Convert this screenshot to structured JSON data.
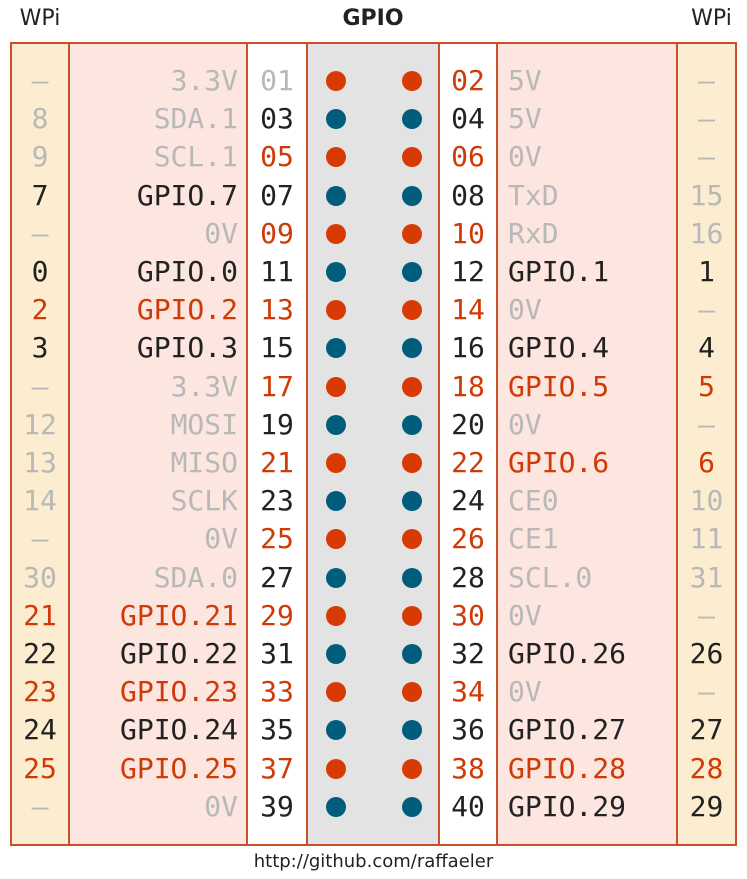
{
  "header": {
    "left": "WPi",
    "center": "GPIO",
    "right": "WPi"
  },
  "footer": "http://github.com/raffaeler",
  "colors": {
    "dark": "#222222",
    "red": "#d03a06",
    "gray": "#b8b8b8",
    "pin_blue": "#005e7c",
    "pin_red": "#d83a04"
  },
  "rows": [
    {
      "wl": "–",
      "wl_c": "gray",
      "nl": "3.3V",
      "nl_c": "gray",
      "pl": "01",
      "pl_c": "gray",
      "dl": "red",
      "dr": "red",
      "pr": "02",
      "pr_c": "red",
      "nr": "5V",
      "nr_c": "gray",
      "wr": "–",
      "wr_c": "gray"
    },
    {
      "wl": "8",
      "wl_c": "gray",
      "nl": "SDA.1",
      "nl_c": "gray",
      "pl": "03",
      "pl_c": "dark",
      "dl": "blue",
      "dr": "blue",
      "pr": "04",
      "pr_c": "dark",
      "nr": "5V",
      "nr_c": "gray",
      "wr": "–",
      "wr_c": "gray"
    },
    {
      "wl": "9",
      "wl_c": "gray",
      "nl": "SCL.1",
      "nl_c": "gray",
      "pl": "05",
      "pl_c": "red",
      "dl": "red",
      "dr": "red",
      "pr": "06",
      "pr_c": "red",
      "nr": "0V",
      "nr_c": "gray",
      "wr": "–",
      "wr_c": "gray"
    },
    {
      "wl": "7",
      "wl_c": "dark",
      "nl": "GPIO.7",
      "nl_c": "dark",
      "pl": "07",
      "pl_c": "dark",
      "dl": "blue",
      "dr": "blue",
      "pr": "08",
      "pr_c": "dark",
      "nr": "TxD",
      "nr_c": "gray",
      "wr": "15",
      "wr_c": "gray"
    },
    {
      "wl": "–",
      "wl_c": "gray",
      "nl": "0V",
      "nl_c": "gray",
      "pl": "09",
      "pl_c": "red",
      "dl": "red",
      "dr": "red",
      "pr": "10",
      "pr_c": "red",
      "nr": "RxD",
      "nr_c": "gray",
      "wr": "16",
      "wr_c": "gray"
    },
    {
      "wl": "0",
      "wl_c": "dark",
      "nl": "GPIO.0",
      "nl_c": "dark",
      "pl": "11",
      "pl_c": "dark",
      "dl": "blue",
      "dr": "blue",
      "pr": "12",
      "pr_c": "dark",
      "nr": "GPIO.1",
      "nr_c": "dark",
      "wr": "1",
      "wr_c": "dark"
    },
    {
      "wl": "2",
      "wl_c": "red",
      "nl": "GPIO.2",
      "nl_c": "red",
      "pl": "13",
      "pl_c": "red",
      "dl": "red",
      "dr": "red",
      "pr": "14",
      "pr_c": "red",
      "nr": "0V",
      "nr_c": "gray",
      "wr": "–",
      "wr_c": "gray"
    },
    {
      "wl": "3",
      "wl_c": "dark",
      "nl": "GPIO.3",
      "nl_c": "dark",
      "pl": "15",
      "pl_c": "dark",
      "dl": "blue",
      "dr": "blue",
      "pr": "16",
      "pr_c": "dark",
      "nr": "GPIO.4",
      "nr_c": "dark",
      "wr": "4",
      "wr_c": "dark"
    },
    {
      "wl": "–",
      "wl_c": "gray",
      "nl": "3.3V",
      "nl_c": "gray",
      "pl": "17",
      "pl_c": "red",
      "dl": "red",
      "dr": "red",
      "pr": "18",
      "pr_c": "red",
      "nr": "GPIO.5",
      "nr_c": "red",
      "wr": "5",
      "wr_c": "red"
    },
    {
      "wl": "12",
      "wl_c": "gray",
      "nl": "MOSI",
      "nl_c": "gray",
      "pl": "19",
      "pl_c": "dark",
      "dl": "blue",
      "dr": "blue",
      "pr": "20",
      "pr_c": "dark",
      "nr": "0V",
      "nr_c": "gray",
      "wr": "–",
      "wr_c": "gray"
    },
    {
      "wl": "13",
      "wl_c": "gray",
      "nl": "MISO",
      "nl_c": "gray",
      "pl": "21",
      "pl_c": "red",
      "dl": "red",
      "dr": "red",
      "pr": "22",
      "pr_c": "red",
      "nr": "GPIO.6",
      "nr_c": "red",
      "wr": "6",
      "wr_c": "red"
    },
    {
      "wl": "14",
      "wl_c": "gray",
      "nl": "SCLK",
      "nl_c": "gray",
      "pl": "23",
      "pl_c": "dark",
      "dl": "blue",
      "dr": "blue",
      "pr": "24",
      "pr_c": "dark",
      "nr": "CE0",
      "nr_c": "gray",
      "wr": "10",
      "wr_c": "gray"
    },
    {
      "wl": "–",
      "wl_c": "gray",
      "nl": "0V",
      "nl_c": "gray",
      "pl": "25",
      "pl_c": "red",
      "dl": "red",
      "dr": "red",
      "pr": "26",
      "pr_c": "red",
      "nr": "CE1",
      "nr_c": "gray",
      "wr": "11",
      "wr_c": "gray"
    },
    {
      "wl": "30",
      "wl_c": "gray",
      "nl": "SDA.0",
      "nl_c": "gray",
      "pl": "27",
      "pl_c": "dark",
      "dl": "blue",
      "dr": "blue",
      "pr": "28",
      "pr_c": "dark",
      "nr": "SCL.0",
      "nr_c": "gray",
      "wr": "31",
      "wr_c": "gray"
    },
    {
      "wl": "21",
      "wl_c": "red",
      "nl": "GPIO.21",
      "nl_c": "red",
      "pl": "29",
      "pl_c": "red",
      "dl": "red",
      "dr": "red",
      "pr": "30",
      "pr_c": "red",
      "nr": "0V",
      "nr_c": "gray",
      "wr": "–",
      "wr_c": "gray"
    },
    {
      "wl": "22",
      "wl_c": "dark",
      "nl": "GPIO.22",
      "nl_c": "dark",
      "pl": "31",
      "pl_c": "dark",
      "dl": "blue",
      "dr": "blue",
      "pr": "32",
      "pr_c": "dark",
      "nr": "GPIO.26",
      "nr_c": "dark",
      "wr": "26",
      "wr_c": "dark"
    },
    {
      "wl": "23",
      "wl_c": "red",
      "nl": "GPIO.23",
      "nl_c": "red",
      "pl": "33",
      "pl_c": "red",
      "dl": "red",
      "dr": "red",
      "pr": "34",
      "pr_c": "red",
      "nr": "0V",
      "nr_c": "gray",
      "wr": "–",
      "wr_c": "gray"
    },
    {
      "wl": "24",
      "wl_c": "dark",
      "nl": "GPIO.24",
      "nl_c": "dark",
      "pl": "35",
      "pl_c": "dark",
      "dl": "blue",
      "dr": "blue",
      "pr": "36",
      "pr_c": "dark",
      "nr": "GPIO.27",
      "nr_c": "dark",
      "wr": "27",
      "wr_c": "dark"
    },
    {
      "wl": "25",
      "wl_c": "red",
      "nl": "GPIO.25",
      "nl_c": "red",
      "pl": "37",
      "pl_c": "red",
      "dl": "red",
      "dr": "red",
      "pr": "38",
      "pr_c": "red",
      "nr": "GPIO.28",
      "nr_c": "red",
      "wr": "28",
      "wr_c": "red"
    },
    {
      "wl": "–",
      "wl_c": "gray",
      "nl": "0V",
      "nl_c": "gray",
      "pl": "39",
      "pl_c": "dark",
      "dl": "blue",
      "dr": "blue",
      "pr": "40",
      "pr_c": "dark",
      "nr": "GPIO.29",
      "nr_c": "dark",
      "wr": "29",
      "wr_c": "dark"
    }
  ]
}
